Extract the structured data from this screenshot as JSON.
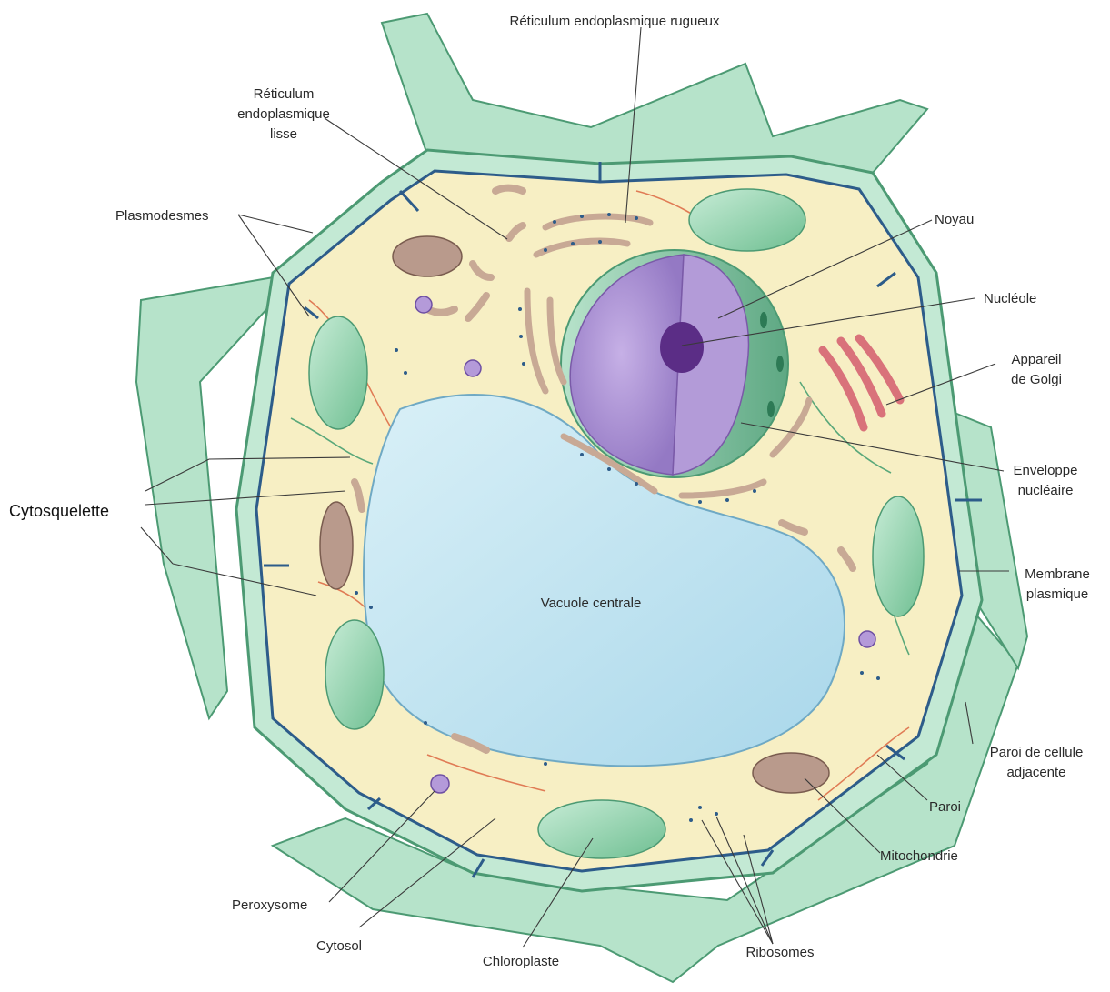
{
  "colors": {
    "wall_outer": "#aee0c6",
    "wall_inner": "#c9ecd9",
    "cytosol": "#f7efc4",
    "vacuole": "#bfe3ef",
    "nucleus": "#a98ad1",
    "nucleolus": "#5b2d86",
    "chloroplast": "#7fcba0",
    "mitochondria": "#b99a8c",
    "golgi": "#d9727a",
    "membrane": "#2d5c8a"
  },
  "labels": {
    "rer": "Réticulum endoplasmique rugueux",
    "ser_1": "Réticulum",
    "ser_2": "endoplasmique",
    "ser_3": "lisse",
    "plasmodesmes": "Plasmodesmes",
    "noyau": "Noyau",
    "nucleole": "Nucléole",
    "golgi_1": "Appareil",
    "golgi_2": "de Golgi",
    "enveloppe_1": "Enveloppe",
    "enveloppe_2": "nucléaire",
    "cytosquelette": "Cytosquelette",
    "membrane_1": "Membrane",
    "membrane_2": "plasmique",
    "vacuole": "Vacuole centrale",
    "paroi_adj_1": "Paroi de cellule",
    "paroi_adj_2": "adjacente",
    "paroi": "Paroi",
    "mitochondrie": "Mitochondrie",
    "peroxysome": "Peroxysome",
    "cytosol": "Cytosol",
    "chloroplaste": "Chloroplaste",
    "ribosomes": "Ribosomes"
  }
}
